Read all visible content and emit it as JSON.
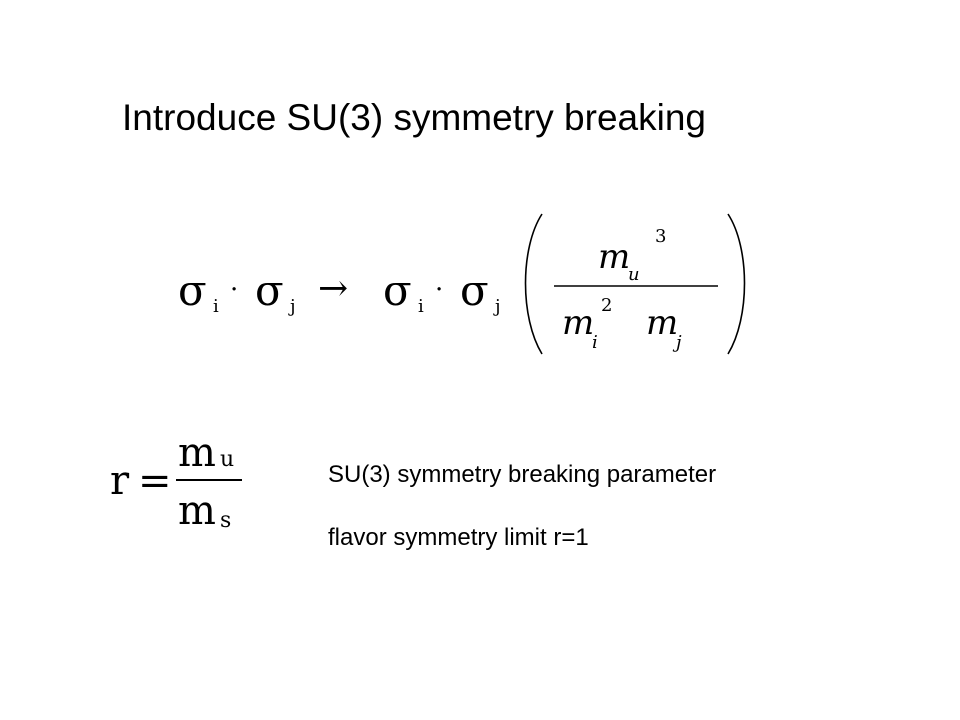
{
  "slide": {
    "title": "Introduce SU(3) symmetry breaking",
    "breaking_formula": {
      "sigma": "σ",
      "dot": "·",
      "arrow": "→",
      "index_i": "i",
      "index_j": "j",
      "mass": "m",
      "sub_u": "u",
      "sub_i": "i",
      "sub_j": "j",
      "power_3": "3",
      "power_2": "2",
      "open_paren": "(",
      "close_paren": ")"
    },
    "ratio_formula": {
      "lhs": "r",
      "equals": "=",
      "mass": "m",
      "sub_u": "u",
      "sub_s": "s"
    },
    "notes": {
      "parameter": "SU(3) symmetry breaking parameter",
      "limit": "flavor symmetry limit r=1"
    }
  }
}
